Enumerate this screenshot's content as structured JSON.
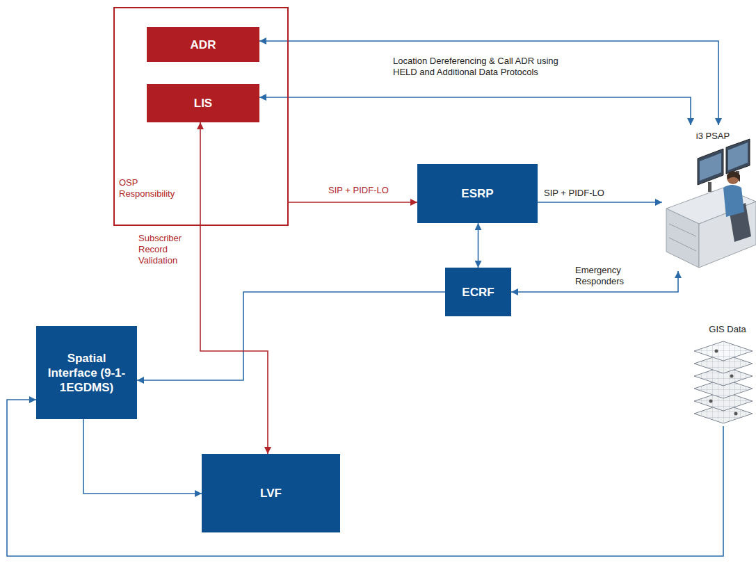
{
  "diagram": {
    "nodes": [
      {
        "text": [
          "OSP Responsibility"
        ]
      },
      {
        "text": [
          "ADR"
        ],
        "in": 0
      },
      {
        "text": [
          "LIS"
        ],
        "in": 0
      },
      {
        "text": [
          "i3 PSAP"
        ]
      },
      {
        "text": [
          "ESRP"
        ]
      },
      {
        "text": [
          "ECRF"
        ]
      },
      {
        "text": [
          "GIS Data"
        ]
      },
      {
        "text": [
          "Spatial Interface (9-1-1EGDMS)"
        ]
      },
      {
        "text": [
          "LVF"
        ]
      }
    ],
    "edges": [
      {
        "from": 1,
        "to": 3,
        "arrow": "both",
        "label": "Location Dereferencing & Call ADR using HELD and Additional Data Protocols"
      },
      {
        "from": 2,
        "to": 3,
        "arrow": "both"
      },
      {
        "from": 0,
        "to": 4,
        "arrow": "to",
        "label": "SIP + PIDF-LO"
      },
      {
        "from": 4,
        "to": 3,
        "arrow": "to",
        "label": "SIP + PIDF-LO"
      },
      {
        "from": 4,
        "to": 5,
        "arrow": "both"
      },
      {
        "from": 5,
        "to": 3,
        "arrow": "both",
        "label": "Emergency Responders"
      },
      {
        "from": 5,
        "to": 7,
        "arrow": "to"
      },
      {
        "from": 7,
        "to": 8,
        "arrow": "to"
      },
      {
        "from": 2,
        "to": 8,
        "arrow": "both",
        "label": "Subscriber Record Validation"
      },
      {
        "from": 6,
        "to": 7,
        "arrow": "to"
      }
    ]
  }
}
